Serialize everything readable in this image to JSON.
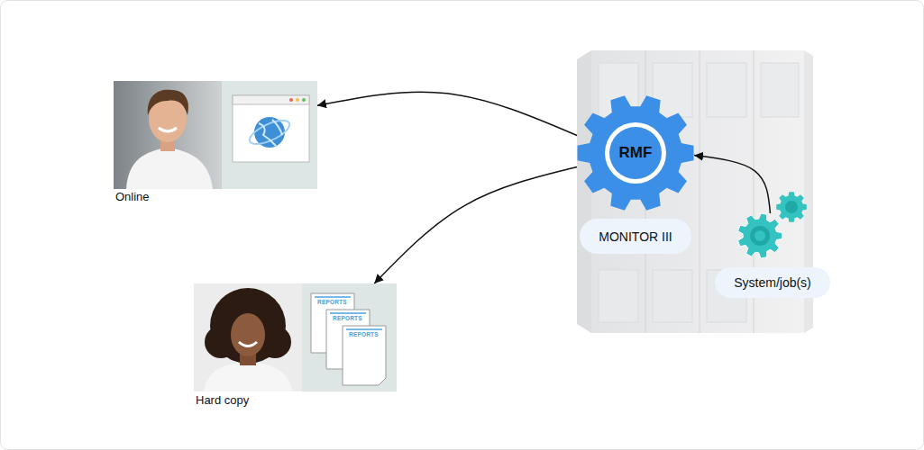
{
  "diagram": {
    "nodes": [
      {
        "text": [
          "Online"
        ]
      },
      {
        "text": [
          "RMF"
        ]
      },
      {
        "text": [
          "MONITOR III"
        ]
      },
      {
        "text": [
          "System/job(s)"
        ]
      },
      {
        "text": [
          "Hard copy"
        ]
      }
    ],
    "edges": [
      {
        "from": 1,
        "to": 0,
        "arrow": "to"
      },
      {
        "from": 1,
        "to": 4,
        "arrow": "to"
      },
      {
        "from": 3,
        "to": 1,
        "arrow": "to"
      }
    ],
    "labels": [
      "REPORTS",
      "REPORTS",
      "REPORTS"
    ]
  }
}
